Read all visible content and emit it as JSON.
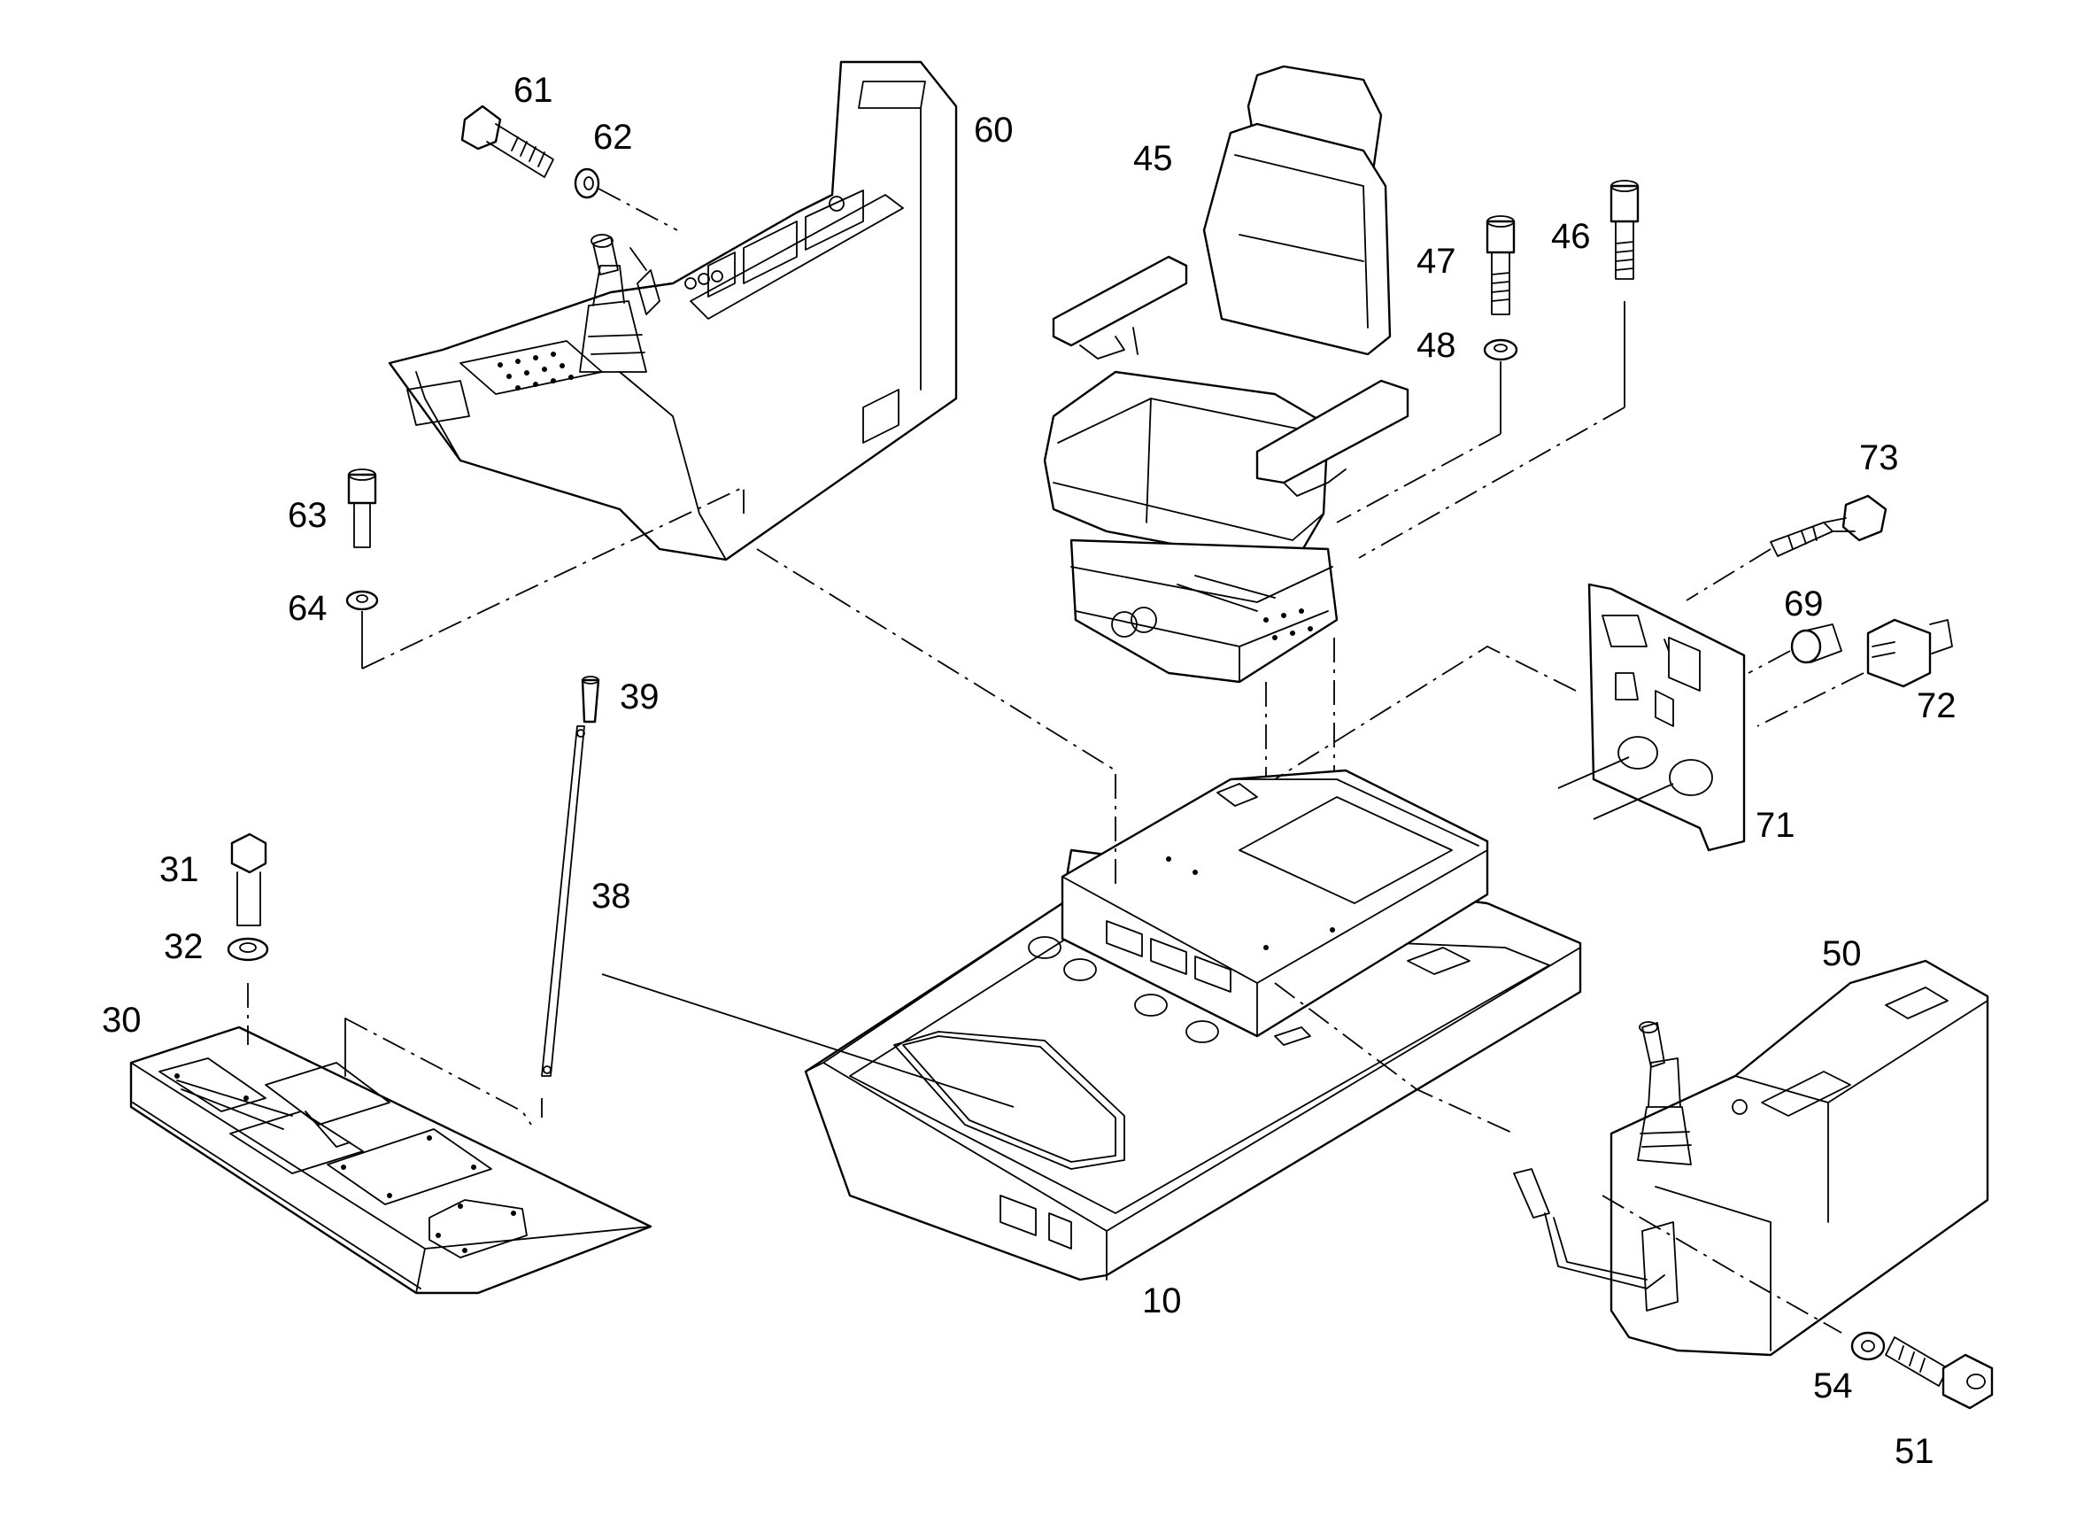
{
  "diagram": {
    "labels": {
      "p10": "10",
      "p30": "30",
      "p31": "31",
      "p32": "32",
      "p38": "38",
      "p39": "39",
      "p45": "45",
      "p46": "46",
      "p47": "47",
      "p48": "48",
      "p50": "50",
      "p51": "51",
      "p54": "54",
      "p60": "60",
      "p61": "61",
      "p62": "62",
      "p63": "63",
      "p64": "64",
      "p69": "69",
      "p71": "71",
      "p72": "72",
      "p73": "73"
    }
  }
}
